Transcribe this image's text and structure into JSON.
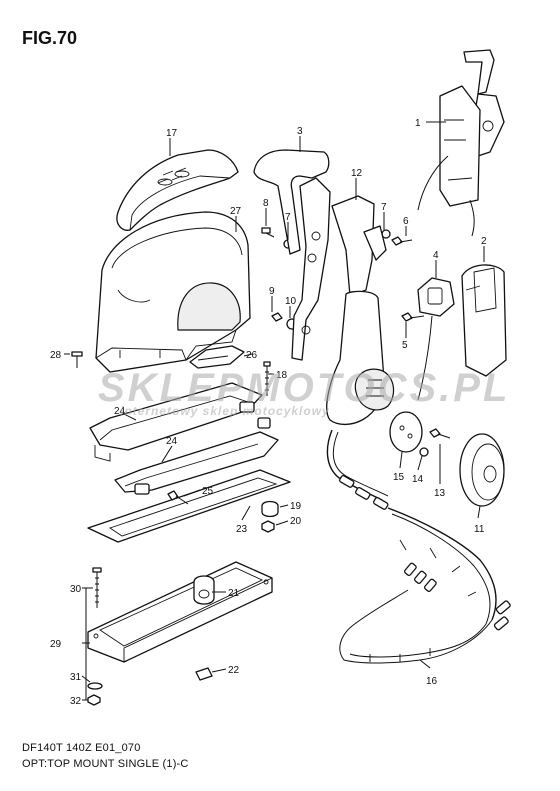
{
  "figure": {
    "title": "FIG.70",
    "code": "DF140T 140Z E01_070",
    "caption": "OPT:TOP MOUNT SINGLE (1)-C"
  },
  "watermark": {
    "brand": "SKLEPMOTOCS.PL",
    "tagline": "internetowy sklep motocyklowy"
  },
  "callouts": [
    "1",
    "2",
    "3",
    "4",
    "5",
    "6",
    "7",
    "7",
    "8",
    "9",
    "10",
    "11",
    "12",
    "13",
    "14",
    "15",
    "16",
    "17",
    "18",
    "19",
    "20",
    "21",
    "22",
    "23",
    "24",
    "24",
    "25",
    "26",
    "27",
    "28",
    "29",
    "30",
    "31",
    "32"
  ]
}
